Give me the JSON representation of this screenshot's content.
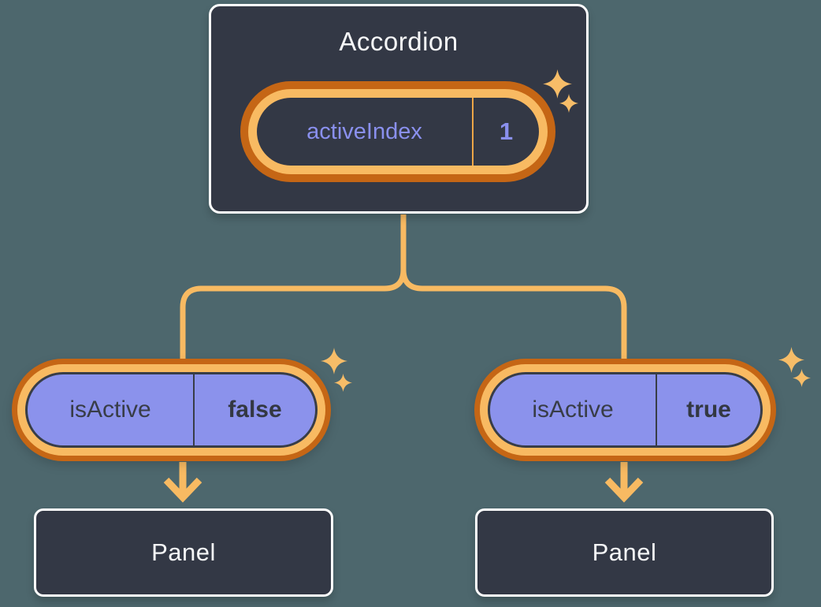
{
  "accordion": {
    "title": "Accordion",
    "state": {
      "name": "activeIndex",
      "value": "1"
    }
  },
  "items": [
    {
      "prop_name": "isActive",
      "prop_value": "false",
      "panel_label": "Panel"
    },
    {
      "prop_name": "isActive",
      "prop_value": "true",
      "panel_label": "Panel"
    }
  ],
  "icons": {
    "sparkle": "sparkle-icon",
    "arrow": "arrow-down-icon"
  },
  "colors": {
    "background": "#4d676d",
    "card_fill": "#333845",
    "card_border": "#ffffff",
    "pill_fill": "#8b92ec",
    "ring_outer": "#c56615",
    "ring_inner": "#f8ba62",
    "connector": "#f8ba62",
    "text_light": "#f6f7f8",
    "text_dark": "#383d47",
    "accent_text": "#8a90ee",
    "sparkle": "#f7bd68"
  }
}
